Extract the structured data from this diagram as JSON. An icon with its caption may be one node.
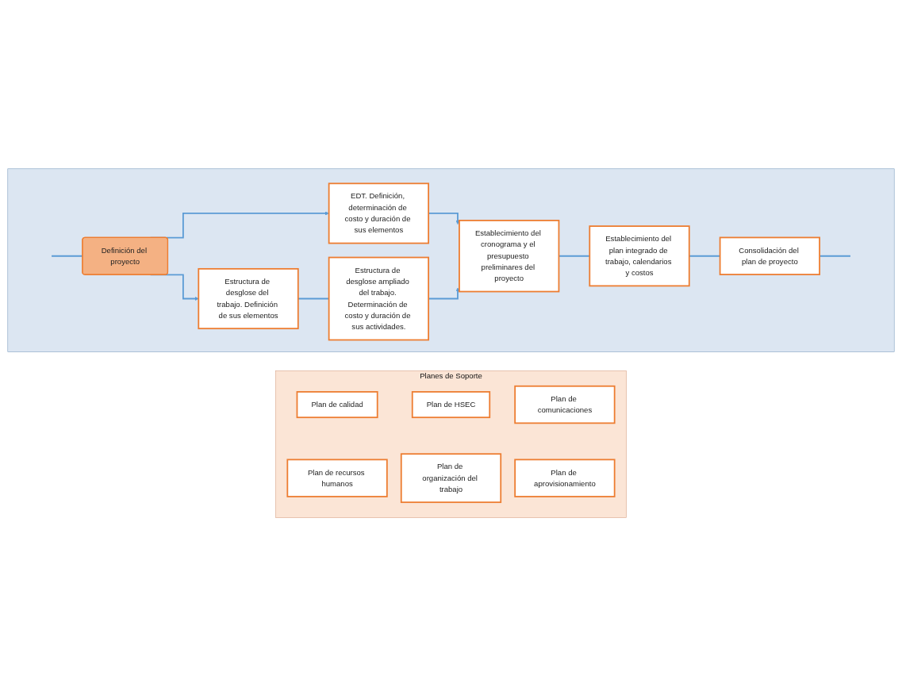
{
  "diagram": {
    "nodes": [
      {
        "text": [],
        "shape": "box"
      },
      {
        "text": [
          "Definición del proyecto"
        ],
        "in": 0
      },
      {
        "text": [
          "EDT. Definición, determinación de costo y duración de sus elementos"
        ],
        "in": 0
      },
      {
        "text": [
          "Estructura de desglose del trabajo. Definición de sus elementos"
        ],
        "in": 0
      },
      {
        "text": [
          "Estructura de desglose ampliado del trabajo. Determinación de costo y duración de sus actividades."
        ],
        "in": 0
      },
      {
        "text": [
          "Establecimiento del cronograma y el presupuesto preliminares del proyecto"
        ],
        "in": 0
      },
      {
        "text": [
          "Establecimiento del plan integrado de trabajo, calendarios y costos"
        ],
        "in": 0
      },
      {
        "text": [
          "Consolidación del plan de proyecto"
        ],
        "in": 0
      },
      {
        "text": [
          "Planes de Soporte"
        ]
      },
      {
        "text": [
          "Plan de calidad"
        ],
        "in": 8
      },
      {
        "text": [
          "Plan de HSEC"
        ],
        "in": 8
      },
      {
        "text": [
          "Plan de comunicaciones"
        ],
        "in": 8
      },
      {
        "text": [
          "Plan de recursos humanos"
        ],
        "in": 8
      },
      {
        "text": [
          "Plan de organización del trabajo"
        ],
        "in": 8
      },
      {
        "text": [
          "Plan de aprovisionamiento"
        ],
        "in": 8
      }
    ],
    "edges": [
      {
        "from": null,
        "to": 1,
        "arrow": "none"
      },
      {
        "from": 1,
        "to": 2,
        "arrow": "to"
      },
      {
        "from": 1,
        "to": 3,
        "arrow": "to"
      },
      {
        "from": 3,
        "to": 4,
        "arrow": "none"
      },
      {
        "from": 2,
        "to": 5,
        "arrow": "to"
      },
      {
        "from": 4,
        "to": 5,
        "arrow": "to"
      },
      {
        "from": 5,
        "to": 6,
        "arrow": "none"
      },
      {
        "from": 6,
        "to": 7,
        "arrow": "none"
      },
      {
        "from": 7,
        "to": null,
        "arrow": "none"
      }
    ]
  }
}
